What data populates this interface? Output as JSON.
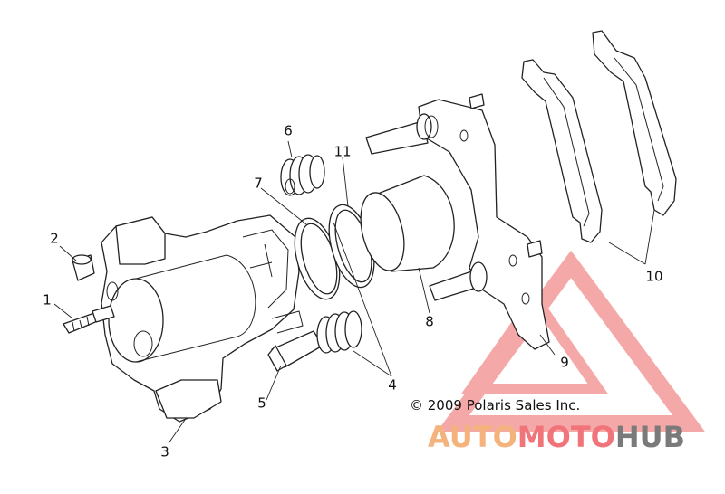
{
  "diagram": {
    "callouts": [
      {
        "id": "1",
        "label": "1"
      },
      {
        "id": "2",
        "label": "2"
      },
      {
        "id": "3",
        "label": "3"
      },
      {
        "id": "4",
        "label": "4"
      },
      {
        "id": "5",
        "label": "5"
      },
      {
        "id": "6",
        "label": "6"
      },
      {
        "id": "7",
        "label": "7"
      },
      {
        "id": "8",
        "label": "8"
      },
      {
        "id": "9",
        "label": "9"
      },
      {
        "id": "10",
        "label": "10"
      },
      {
        "id": "11",
        "label": "11"
      }
    ],
    "copyright": "© 2009 Polaris Sales Inc."
  },
  "watermark": {
    "text_part1": "AUTO",
    "text_part2": "MOTO",
    "text_part3": "HUB",
    "colors": {
      "part1": "#f4b27c",
      "part2": "#f0747a",
      "part3": "#7a7a7a",
      "logo": "#f28b8b"
    }
  }
}
